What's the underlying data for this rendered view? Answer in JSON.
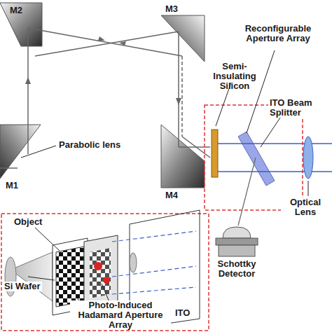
{
  "diagram": {
    "labels": [
      "M2",
      "M3",
      "Parabolic lens",
      "M1",
      "M4",
      "Semi-Insulating Silicon",
      "Reconfigurable Aperture Array",
      "ITO Beam Splitter",
      "Optical Lens",
      "Schottky Detector",
      "Object",
      "ITO",
      "Si Wafer",
      "Photo-Induced Hadamard Aperture Array"
    ]
  }
}
